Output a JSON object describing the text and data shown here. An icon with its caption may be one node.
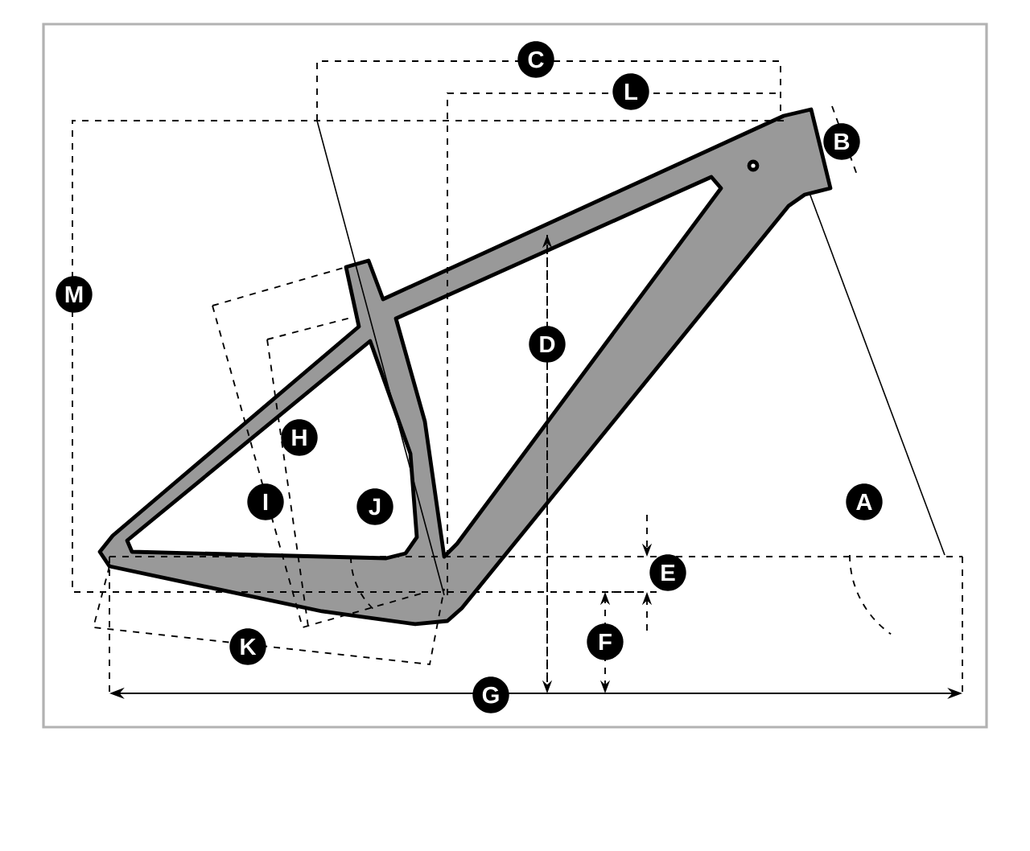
{
  "diagram": {
    "labels": [
      "C",
      "L",
      "B",
      "M",
      "D",
      "H",
      "I",
      "J",
      "A",
      "E",
      "F",
      "K",
      "G"
    ]
  }
}
